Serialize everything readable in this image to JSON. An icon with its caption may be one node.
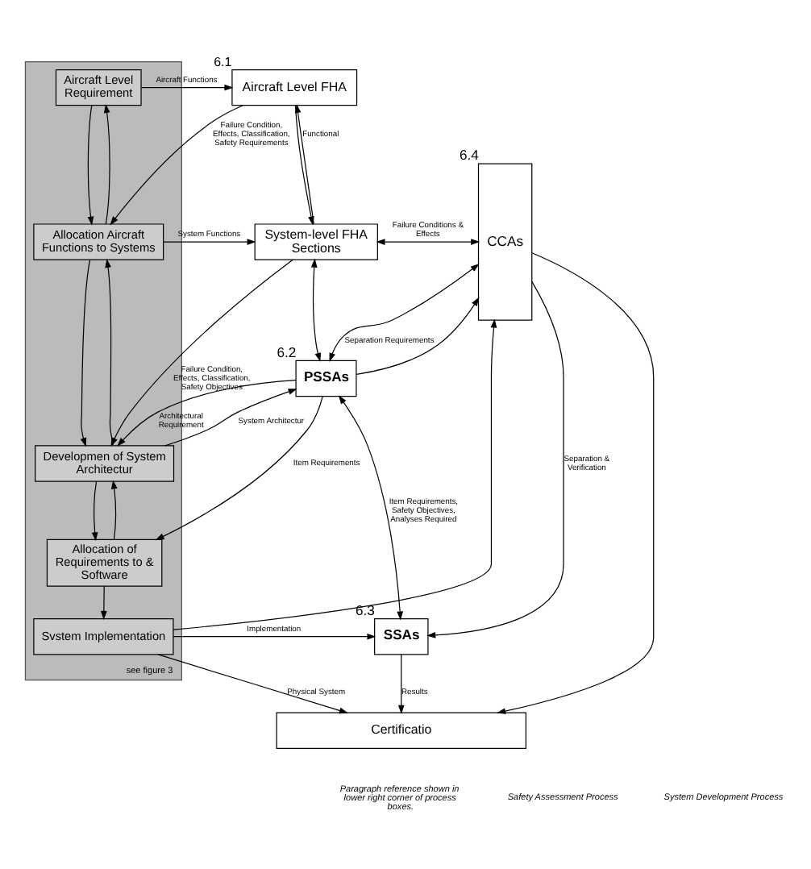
{
  "diagram": {
    "nodes": [
      {
        "text": [
          "Aircraft Level FHA"
        ],
        "beside": [
          "6.1"
        ]
      },
      {
        "text": [
          "System-level FHA Sections"
        ]
      },
      {
        "text": [
          "CCAs"
        ],
        "beside": [
          "6.4"
        ]
      },
      {
        "text": [
          "PSSAs"
        ],
        "beside": [
          "6.2"
        ]
      },
      {
        "text": [
          "SSAs"
        ],
        "beside": [
          "6.3"
        ]
      },
      {
        "text": [
          "Certificatio"
        ]
      },
      {
        "text": [],
        "shape": "box",
        "beside": [
          "see figure 3"
        ]
      },
      {
        "text": [
          "Aircraft Level Requirement"
        ],
        "in": 6
      },
      {
        "text": [
          "Allocation Aircraft Functions to Systems"
        ],
        "in": 6
      },
      {
        "text": [
          "Developmen of System Architectur"
        ],
        "in": 6
      },
      {
        "text": [
          "Allocation of Requirements to & Software"
        ],
        "in": 6
      },
      {
        "text": [
          "Svstem Implementation"
        ],
        "in": 6
      }
    ],
    "edges": [
      {
        "from": 7,
        "to": 0,
        "arrow": "to",
        "label": "Aircraft Functions"
      },
      {
        "from": 1,
        "to": 0,
        "arrow": "to",
        "label": "Functional"
      },
      {
        "from": 0,
        "to": 1,
        "arrow": "to"
      },
      {
        "from": 0,
        "to": 8,
        "arrow": "to",
        "label": "Failure Condition, Effects, Classification, Safety Requirements"
      },
      {
        "from": 8,
        "to": 1,
        "arrow": "to",
        "label": "System Functions"
      },
      {
        "from": 1,
        "to": 2,
        "arrow": "both",
        "label": "Failure Conditions & Effects"
      },
      {
        "from": 1,
        "to": 3,
        "arrow": "both"
      },
      {
        "from": 1,
        "to": 9,
        "arrow": "to",
        "label": "Failure Condition, Effects, Classification, Safety Objectives"
      },
      {
        "from": 3,
        "to": 9,
        "arrow": "to",
        "label": "Architectural Requirement"
      },
      {
        "from": 9,
        "to": 3,
        "arrow": "to",
        "label": "System Architectur"
      },
      {
        "from": 2,
        "to": 3,
        "arrow": "both",
        "label": "Separation Requirements"
      },
      {
        "from": 3,
        "to": 2,
        "arrow": "to"
      },
      {
        "from": 3,
        "to": 10,
        "arrow": "to",
        "label": "Item Requirements"
      },
      {
        "from": 3,
        "to": 4,
        "arrow": "both",
        "label": "Item Requirements, Safety Objectives, Analyses Required"
      },
      {
        "from": 11,
        "to": 2,
        "arrow": "to"
      },
      {
        "from": 11,
        "to": 4,
        "arrow": "to",
        "label": "Implementation"
      },
      {
        "from": 2,
        "to": 4,
        "arrow": "to",
        "label": "Separation & Verification"
      },
      {
        "from": 2,
        "to": 5,
        "arrow": "to"
      },
      {
        "from": 4,
        "to": 5,
        "arrow": "to",
        "label": "Results"
      },
      {
        "from": 11,
        "to": 5,
        "arrow": "to",
        "label": "Physical System"
      },
      {
        "from": 7,
        "to": 8,
        "arrow": "to"
      },
      {
        "from": 8,
        "to": 7,
        "arrow": "to"
      },
      {
        "from": 8,
        "to": 9,
        "arrow": "to"
      },
      {
        "from": 9,
        "to": 8,
        "arrow": "to"
      },
      {
        "from": 9,
        "to": 10,
        "arrow": "to"
      },
      {
        "from": 10,
        "to": 9,
        "arrow": "to"
      },
      {
        "from": 10,
        "to": 11,
        "arrow": "to"
      }
    ],
    "labels": [
      "Paragraph reference shown in lower right corner of process boxes.",
      "Safety Assessment Process",
      "System Development Process"
    ]
  }
}
